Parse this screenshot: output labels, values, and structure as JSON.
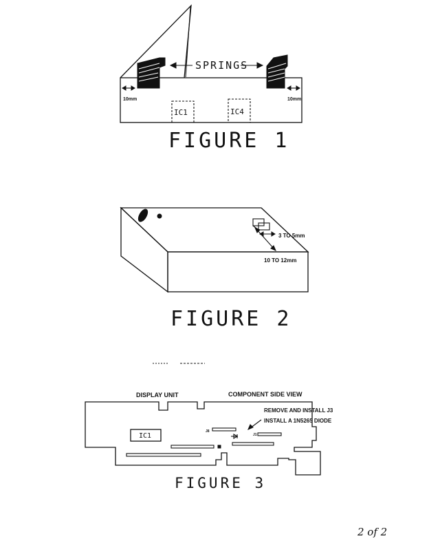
{
  "figure1": {
    "caption": "FIGURE 1",
    "springs_label": "SPRINGS",
    "left_dim": "10mm",
    "right_dim": "10mm",
    "ic_labels": [
      "IC1",
      "IC4"
    ]
  },
  "figure2": {
    "caption": "FIGURE 2",
    "dim_small": "3 TO 5mm",
    "dim_large": "10 TO 12mm"
  },
  "figure3": {
    "caption": "FIGURE 3",
    "display_unit": "DISPLAY UNIT",
    "component_side": "COMPONENT SIDE VIEW",
    "remove_note": "REMOVE AND INSTALL J3",
    "install_note": "INSTALL A 1N5265 DIODE",
    "ic_label": "IC1",
    "j8_label": "J8",
    "j1_label": "J1"
  },
  "page_number": "2 of 2"
}
